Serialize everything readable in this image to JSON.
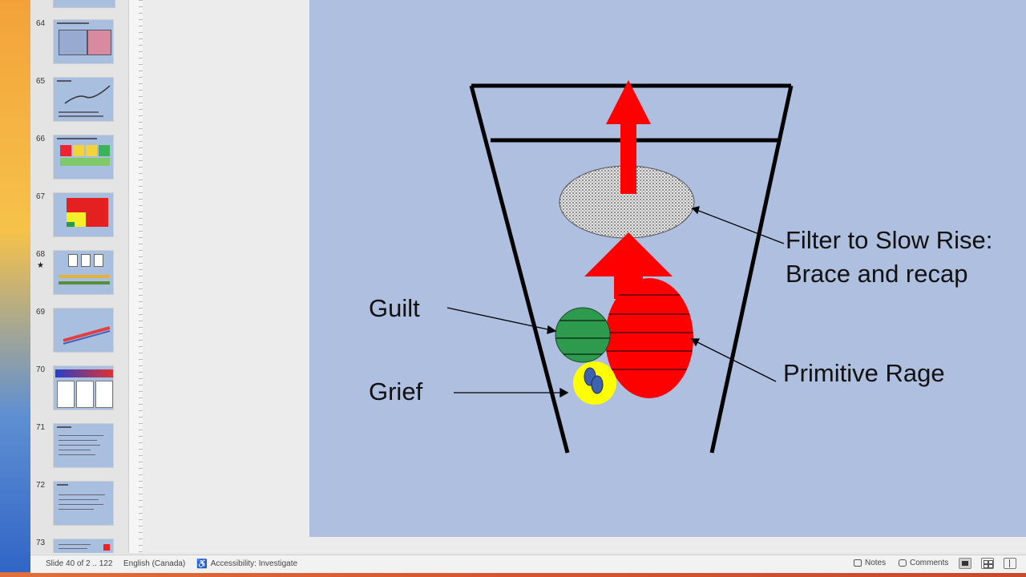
{
  "navigator": {
    "slides": [
      {
        "num": "64",
        "starred": false
      },
      {
        "num": "65",
        "starred": false
      },
      {
        "num": "66",
        "starred": false
      },
      {
        "num": "67",
        "starred": false
      },
      {
        "num": "68",
        "starred": true
      },
      {
        "num": "69",
        "starred": false
      },
      {
        "num": "70",
        "starred": false
      },
      {
        "num": "71",
        "starred": false
      },
      {
        "num": "72",
        "starred": false
      },
      {
        "num": "73",
        "starred": false
      }
    ],
    "star_glyph": "★"
  },
  "slide": {
    "labels": {
      "filter_line1": "Filter to Slow Rise:",
      "filter_line2": "Brace and recap",
      "guilt": "Guilt",
      "grief": "Grief",
      "rage": "Primitive Rage"
    },
    "colors": {
      "background": "#aebfdf",
      "arrow": "#ff0000",
      "guilt": "#2e9a4e",
      "grief": "#ffff00",
      "rage": "#ff0000",
      "filter": "#e8e8e8"
    }
  },
  "statusbar": {
    "slide_info": "Slide 40 of 2 .. 122",
    "language": "English (Canada)",
    "accessibility": "Accessibility: Investigate",
    "notes": "Notes",
    "comments": "Comments"
  },
  "icons": {
    "accessibility": "accessibility-icon",
    "notes": "notes-icon",
    "comments": "comment-icon",
    "normal_view": "normal-view-icon",
    "sorter_view": "slide-sorter-icon",
    "reading_view": "reading-view-icon"
  }
}
